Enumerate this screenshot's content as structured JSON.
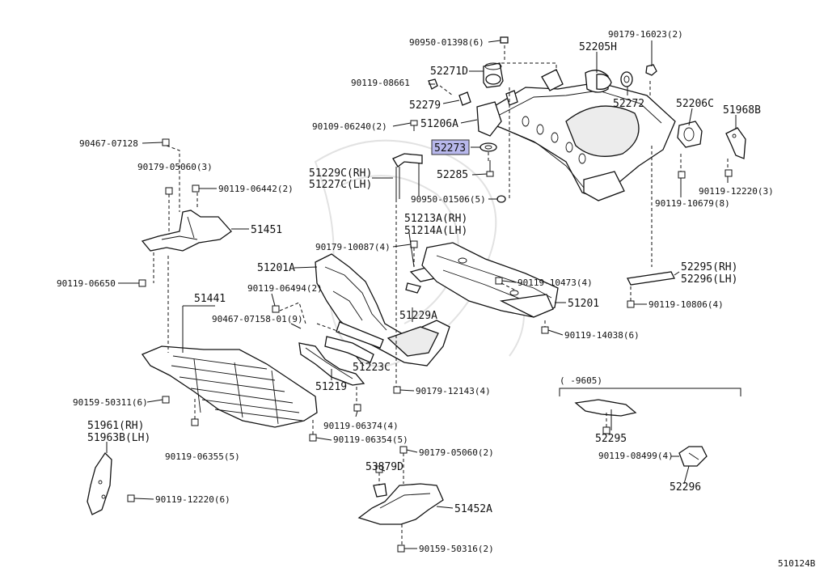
{
  "diagram": {
    "highlight_part": "52273",
    "footer_code": "510124B",
    "callouts": {
      "c_90950_01398": "90950-01398(6)",
      "c_90179_16023": "90179-16023(2)",
      "c_52205h": "52205H",
      "c_52271d": "52271D",
      "c_90119_08661": "90119-08661",
      "c_52279": "52279",
      "c_52272": "52272",
      "c_52206c": "52206C",
      "c_51968b": "51968B",
      "c_51206a": "51206A",
      "c_90109_06240": "90109-06240(2)",
      "c_52273": "52273",
      "c_90467_07128": "90467-07128",
      "c_90179_05060_3": "90179-05060(3)",
      "c_51229c": "51229C(RH)",
      "c_51227c": "51227C(LH)",
      "c_52285": "52285",
      "c_90119_06442": "90119-06442(2)",
      "c_90950_01506": "90950-01506(5)",
      "c_90119_10679": "90119-10679(8)",
      "c_90119_12220_3": "90119-12220(3)",
      "c_51451": "51451",
      "c_51213a": "51213A(RH)",
      "c_51214a": "51214A(LH)",
      "c_90179_10087": "90179-10087(4)",
      "c_51201a": "51201A",
      "c_90119_06650": "90119-06650",
      "c_90119_06494": "90119-06494(2)",
      "c_90119_10473": "90119-10473(4)",
      "c_52295_rh": "52295(RH)",
      "c_52296_lh": "52296(LH)",
      "c_51441": "51441",
      "c_51201": "51201",
      "c_90119_10806": "90119-10806(4)",
      "c_90467_07158": "90467-07158-01(9)",
      "c_51229a": "51229A",
      "c_90119_14038": "90119-14038(6)",
      "c_51223c": "51223C",
      "c_date_range": "(      -9605)",
      "c_51219": "51219",
      "c_90179_12143": "90179-12143(4)",
      "c_90159_50311": "90159-50311(6)",
      "c_90119_06374": "90119-06374(4)",
      "c_52295": "52295",
      "c_51961": "51961(RH)",
      "c_51963b": "51963B(LH)",
      "c_90119_06354": "90119-06354(5)",
      "c_90119_08499": "90119-08499(4)",
      "c_90119_06355": "90119-06355(5)",
      "c_90179_05060_2": "90179-05060(2)",
      "c_52296": "52296",
      "c_53879d": "53879D",
      "c_90119_12220_6": "90119-12220(6)",
      "c_51452a": "51452A",
      "c_90159_50316": "90159-50316(2)"
    }
  }
}
